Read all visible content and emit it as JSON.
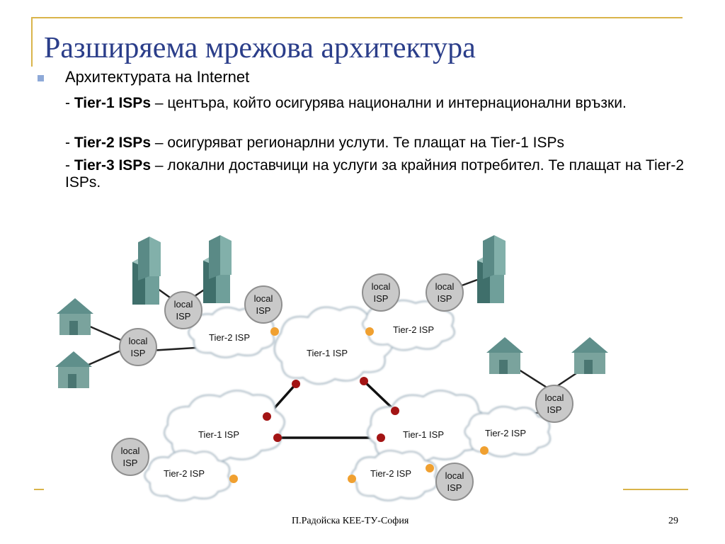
{
  "slide": {
    "title": "Разширяема мрежова архитектура",
    "bullet": "Архитектурата на Internet",
    "items": [
      {
        "dash": "- ",
        "term": "Tier-1 ISPs",
        "text": " – центъра, който осигурява национални и интернационални връзки."
      },
      {
        "dash": "- ",
        "term": "Tier-2 ISPs",
        "text": " – осигуряват регионарлни услути. Те плащат на Tier-1 ISPs"
      },
      {
        "dash": "- ",
        "term": "Tier-3 ISPs",
        "text": " – локални доставчици на услуги за крайния потребител. Те плащат на Tier-2 ISPs."
      }
    ],
    "footer_author": "П.Радойска КЕЕ-ТУ-София",
    "page_number": "29"
  },
  "diagram": {
    "tier1_label": "Tier-1 ISP",
    "tier2_label": "Tier-2 ISP",
    "local_line1": "local",
    "local_line2": "ISP"
  },
  "colors": {
    "title": "#2b3e8a",
    "accent_line": "#d9b44a",
    "bullet": "#8ea9d8",
    "cloud_stroke": "#9fb2bf",
    "router_red": "#a31414",
    "router_orange": "#f0a030",
    "building": "#5f8f8b",
    "house": "#6f9892",
    "isp_circle": "#c9c9c9"
  }
}
